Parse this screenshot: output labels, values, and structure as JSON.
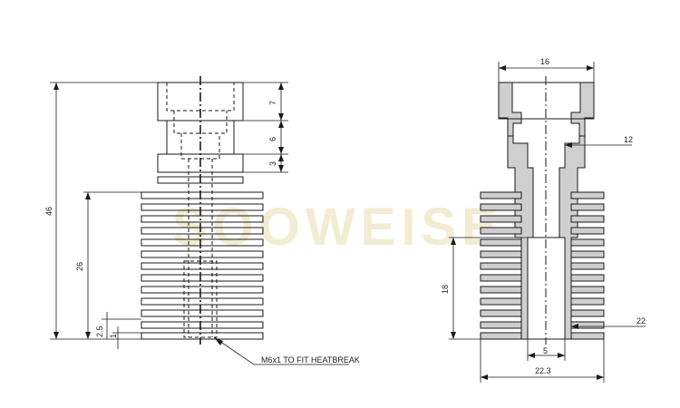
{
  "watermark": "SOOWEISE",
  "left_view": {
    "dim_overall_height": "46",
    "dim_fin_height": "26",
    "dim_top": "7",
    "dim_mid": "6",
    "dim_flange": "3",
    "dim_bottom_2_5": "2.5",
    "dim_bottom_1": "1",
    "callout": "M6x1 TO FIT HEATBREAK"
  },
  "right_view": {
    "dim_top_width": "16",
    "dim_bore": "12",
    "dim_thread_depth": "18",
    "dim_fin_width": "22",
    "dim_hole": "5",
    "dim_base_width": "22.3"
  },
  "colors": {
    "line": "#1a1a1a",
    "section": "#cfcfcf",
    "watermark": "#f2ecd2"
  }
}
